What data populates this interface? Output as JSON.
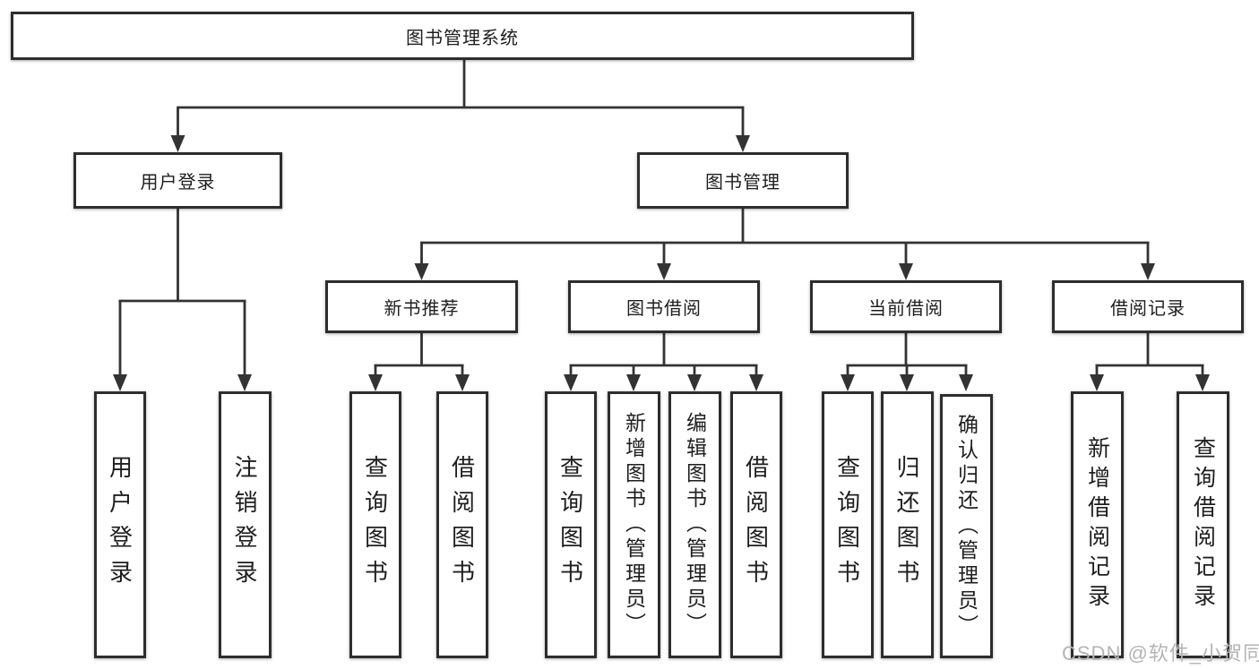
{
  "watermark": "CSDN @软件_小贺同学",
  "colors": {
    "line": "#333333",
    "box_border": "#2d2d2d",
    "box_fill": "#ffffff",
    "text": "#1e1e1e",
    "watermark": "#b4b4b4"
  },
  "tree": {
    "label": "图书管理系统",
    "children": [
      {
        "label": "用户登录",
        "children": [
          {
            "label": "用户登录"
          },
          {
            "label": "注销登录"
          }
        ]
      },
      {
        "label": "图书管理",
        "children": [
          {
            "label": "新书推荐",
            "children": [
              {
                "label": "查询图书"
              },
              {
                "label": "借阅图书"
              }
            ]
          },
          {
            "label": "图书借阅",
            "children": [
              {
                "label": "查询图书"
              },
              {
                "label": "新增图书（管理员）"
              },
              {
                "label": "编辑图书（管理员）"
              },
              {
                "label": "借阅图书"
              }
            ]
          },
          {
            "label": "当前借阅",
            "children": [
              {
                "label": "查询图书"
              },
              {
                "label": "归还图书"
              },
              {
                "label": "确认归还（管理员）"
              }
            ]
          },
          {
            "label": "借阅记录",
            "children": [
              {
                "label": "新增借阅记录"
              },
              {
                "label": "查询借阅记录"
              }
            ]
          }
        ]
      }
    ]
  }
}
